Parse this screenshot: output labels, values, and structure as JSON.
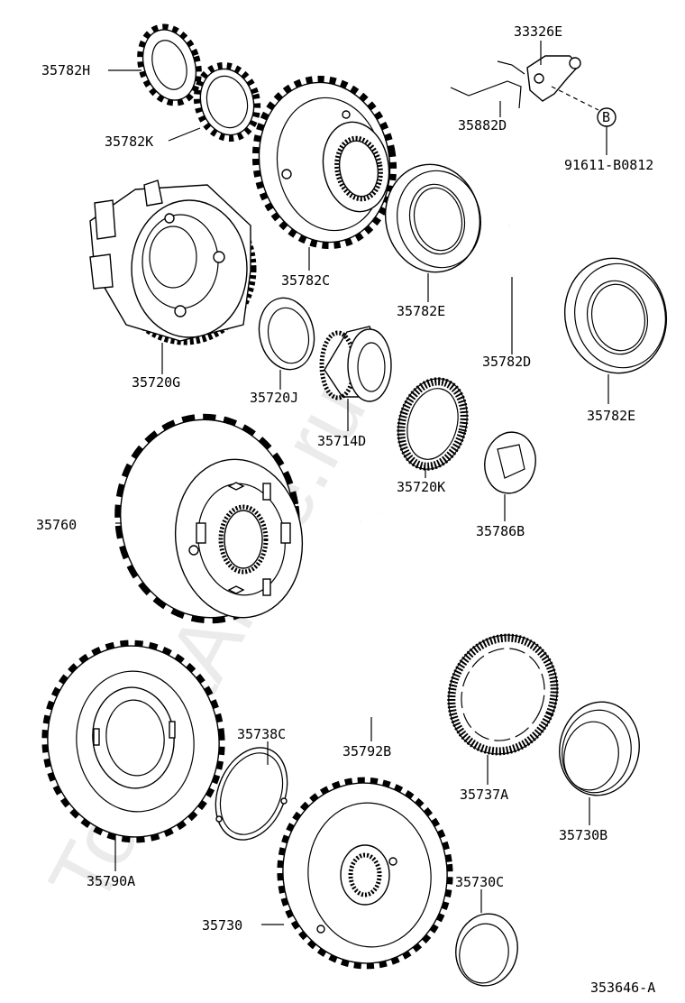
{
  "watermark": "ToyotaAMile.ru",
  "labels": {
    "p35782H": "35782H",
    "p35782K": "35782K",
    "p33326E": "33326E",
    "p35882D": "35882D",
    "pB": "B",
    "p91611": "91611-B0812",
    "p35782C": "35782C",
    "p35720G": "35720G",
    "p35782E_a": "35782E",
    "p35782D": "35782D",
    "p35782E_b": "35782E",
    "p35720J": "35720J",
    "p35714D": "35714D",
    "p35720K": "35720K",
    "p35760": "35760",
    "p35786B": "35786B",
    "p35738C": "35738C",
    "p35792B": "35792B",
    "p35737A": "35737A",
    "p35730B": "35730B",
    "p35790A": "35790A",
    "p35730C": "35730C",
    "p35730": "35730",
    "drawing_id": "353646-A"
  }
}
